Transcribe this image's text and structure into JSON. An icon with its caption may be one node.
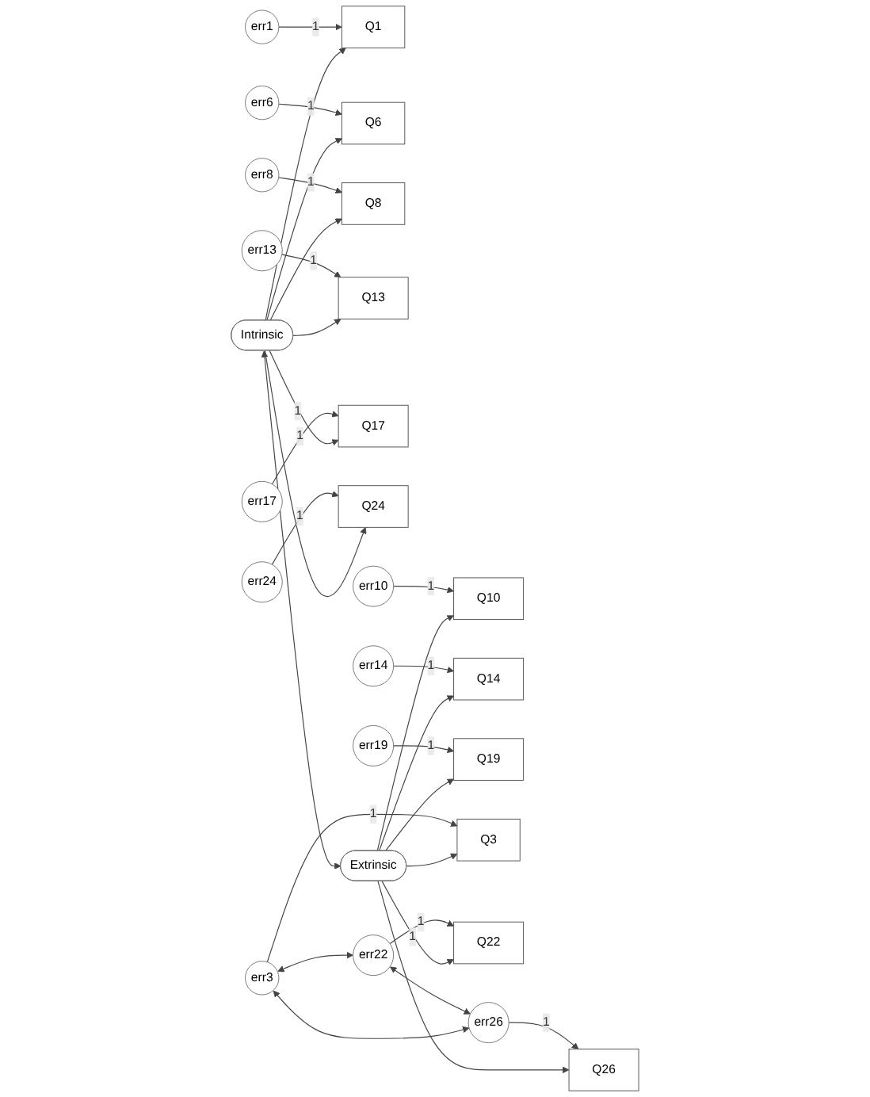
{
  "diagram": {
    "nodes": [
      {
        "text": [
          "err1"
        ]
      },
      {
        "text": [
          "Q1"
        ]
      },
      {
        "text": [
          "err6"
        ]
      },
      {
        "text": [
          "Q6"
        ]
      },
      {
        "text": [
          "err8"
        ]
      },
      {
        "text": [
          "Q8"
        ]
      },
      {
        "text": [
          "Intrinsic"
        ]
      },
      {
        "text": [
          "err13"
        ]
      },
      {
        "text": [
          "Q13"
        ]
      },
      {
        "text": [
          "err17"
        ]
      },
      {
        "text": [
          "Q17"
        ]
      },
      {
        "text": [
          "err24"
        ]
      },
      {
        "text": [
          "Q24"
        ]
      },
      {
        "text": [
          "err10"
        ]
      },
      {
        "text": [
          "Q10"
        ]
      },
      {
        "text": [
          "err14"
        ]
      },
      {
        "text": [
          "Q14"
        ]
      },
      {
        "text": [
          "err19"
        ]
      },
      {
        "text": [
          "Q19"
        ]
      },
      {
        "text": [
          "err3"
        ]
      },
      {
        "text": [
          "Q3"
        ]
      },
      {
        "text": [
          "Extrinsic"
        ]
      },
      {
        "text": [
          "err22"
        ]
      },
      {
        "text": [
          "Q22"
        ]
      },
      {
        "text": [
          "err26"
        ]
      },
      {
        "text": [
          "Q26"
        ]
      }
    ],
    "edges": [
      {
        "from": 0,
        "to": 1,
        "arrow": "to",
        "label": "1"
      },
      {
        "from": 2,
        "to": 3,
        "arrow": "to",
        "label": "1"
      },
      {
        "from": 4,
        "to": 5,
        "arrow": "to",
        "label": "1"
      },
      {
        "from": 7,
        "to": 8,
        "arrow": "to",
        "label": "1"
      },
      {
        "from": 9,
        "to": 10,
        "arrow": "to",
        "label": "1"
      },
      {
        "from": 11,
        "to": 12,
        "arrow": "to",
        "label": "1"
      },
      {
        "from": 6,
        "to": 1,
        "arrow": "to"
      },
      {
        "from": 6,
        "to": 3,
        "arrow": "to"
      },
      {
        "from": 6,
        "to": 5,
        "arrow": "to"
      },
      {
        "from": 6,
        "to": 8,
        "arrow": "to"
      },
      {
        "from": 6,
        "to": 10,
        "arrow": "to",
        "label": "1"
      },
      {
        "from": 6,
        "to": 12,
        "arrow": "to"
      },
      {
        "from": 6,
        "to": 21,
        "arrow": "both"
      },
      {
        "from": 13,
        "to": 14,
        "arrow": "to",
        "label": "1"
      },
      {
        "from": 15,
        "to": 16,
        "arrow": "to",
        "label": "1"
      },
      {
        "from": 17,
        "to": 18,
        "arrow": "to",
        "label": "1"
      },
      {
        "from": 19,
        "to": 20,
        "arrow": "to",
        "label": "1"
      },
      {
        "from": 22,
        "to": 23,
        "arrow": "to",
        "label": "1"
      },
      {
        "from": 24,
        "to": 25,
        "arrow": "to",
        "label": "1"
      },
      {
        "from": 21,
        "to": 14,
        "arrow": "to"
      },
      {
        "from": 21,
        "to": 16,
        "arrow": "to"
      },
      {
        "from": 21,
        "to": 18,
        "arrow": "to"
      },
      {
        "from": 21,
        "to": 20,
        "arrow": "to"
      },
      {
        "from": 21,
        "to": 23,
        "arrow": "to",
        "label": "1"
      },
      {
        "from": 21,
        "to": 25,
        "arrow": "to"
      },
      {
        "from": 19,
        "to": 22,
        "arrow": "both"
      },
      {
        "from": 22,
        "to": 24,
        "arrow": "both"
      },
      {
        "from": 19,
        "to": 24,
        "arrow": "both"
      }
    ]
  }
}
